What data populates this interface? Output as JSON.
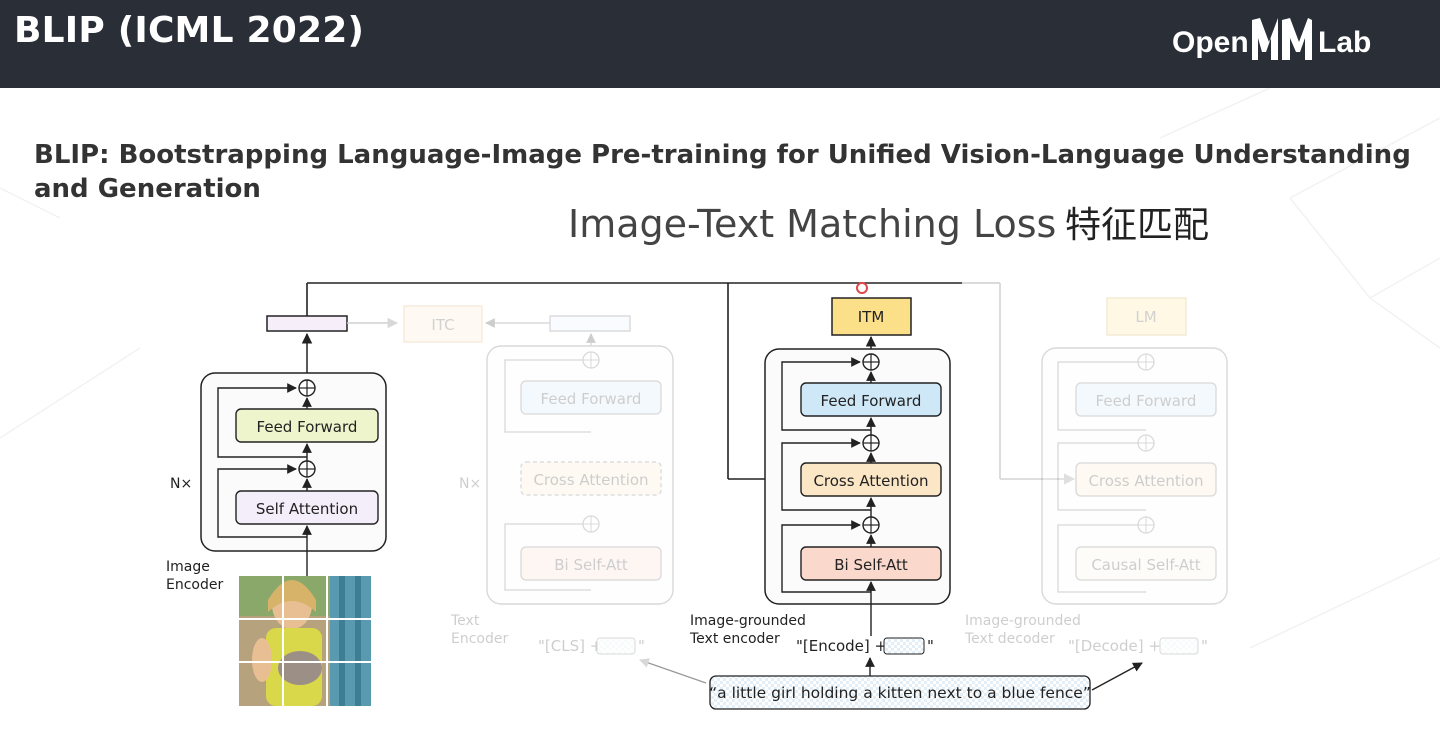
{
  "slide": {
    "title": "BLIP (ICML 2022)",
    "subtitle": "BLIP: Bootstrapping Language-Image Pre-training for Unified Vision-Language Understanding and Generation",
    "heading": "Image-Text Matching Loss",
    "heading_cn": "特征匹配",
    "logo": {
      "left": "Open",
      "right": "Lab",
      "mark": "MM"
    }
  },
  "diagram": {
    "image_encoder": {
      "label_line1": "Image",
      "label_line2": "Encoder",
      "repeat": "N×",
      "feed_forward": "Feed Forward",
      "self_attention": "Self Attention"
    },
    "text_encoder": {
      "label_line1": "Text",
      "label_line2": "Encoder",
      "repeat": "N×",
      "feed_forward": "Feed Forward",
      "cross_attention": "Cross Attention",
      "self_att": "Bi Self-Att",
      "input": "\"[CLS] +",
      "input_close": "\"",
      "loss": "ITC"
    },
    "grounded_encoder": {
      "label_line1": "Image-grounded",
      "label_line2": "Text encoder",
      "feed_forward": "Feed Forward",
      "cross_attention": "Cross Attention",
      "self_att": "Bi Self-Att",
      "input": "\"[Encode] +",
      "input_close": "\"",
      "loss": "ITM"
    },
    "grounded_decoder": {
      "label_line1": "Image-grounded",
      "label_line2": "Text decoder",
      "feed_forward": "Feed Forward",
      "cross_attention": "Cross Attention",
      "self_att": "Causal Self-Att",
      "input": "\"[Decode] +",
      "input_close": "\"",
      "loss": "LM"
    },
    "caption": "“a little girl holding a kitten next to a blue fence”"
  },
  "colors": {
    "topbar": "#2a2f37",
    "feed_forward_green": "#eef5cc",
    "self_attention_purple": "#f3eef9",
    "feed_forward_blue": "#cfe8f8",
    "cross_attention_orange": "#fbe6c6",
    "bi_self_att_salmon": "#fad9cc",
    "itm_yellow": "#fce089"
  }
}
